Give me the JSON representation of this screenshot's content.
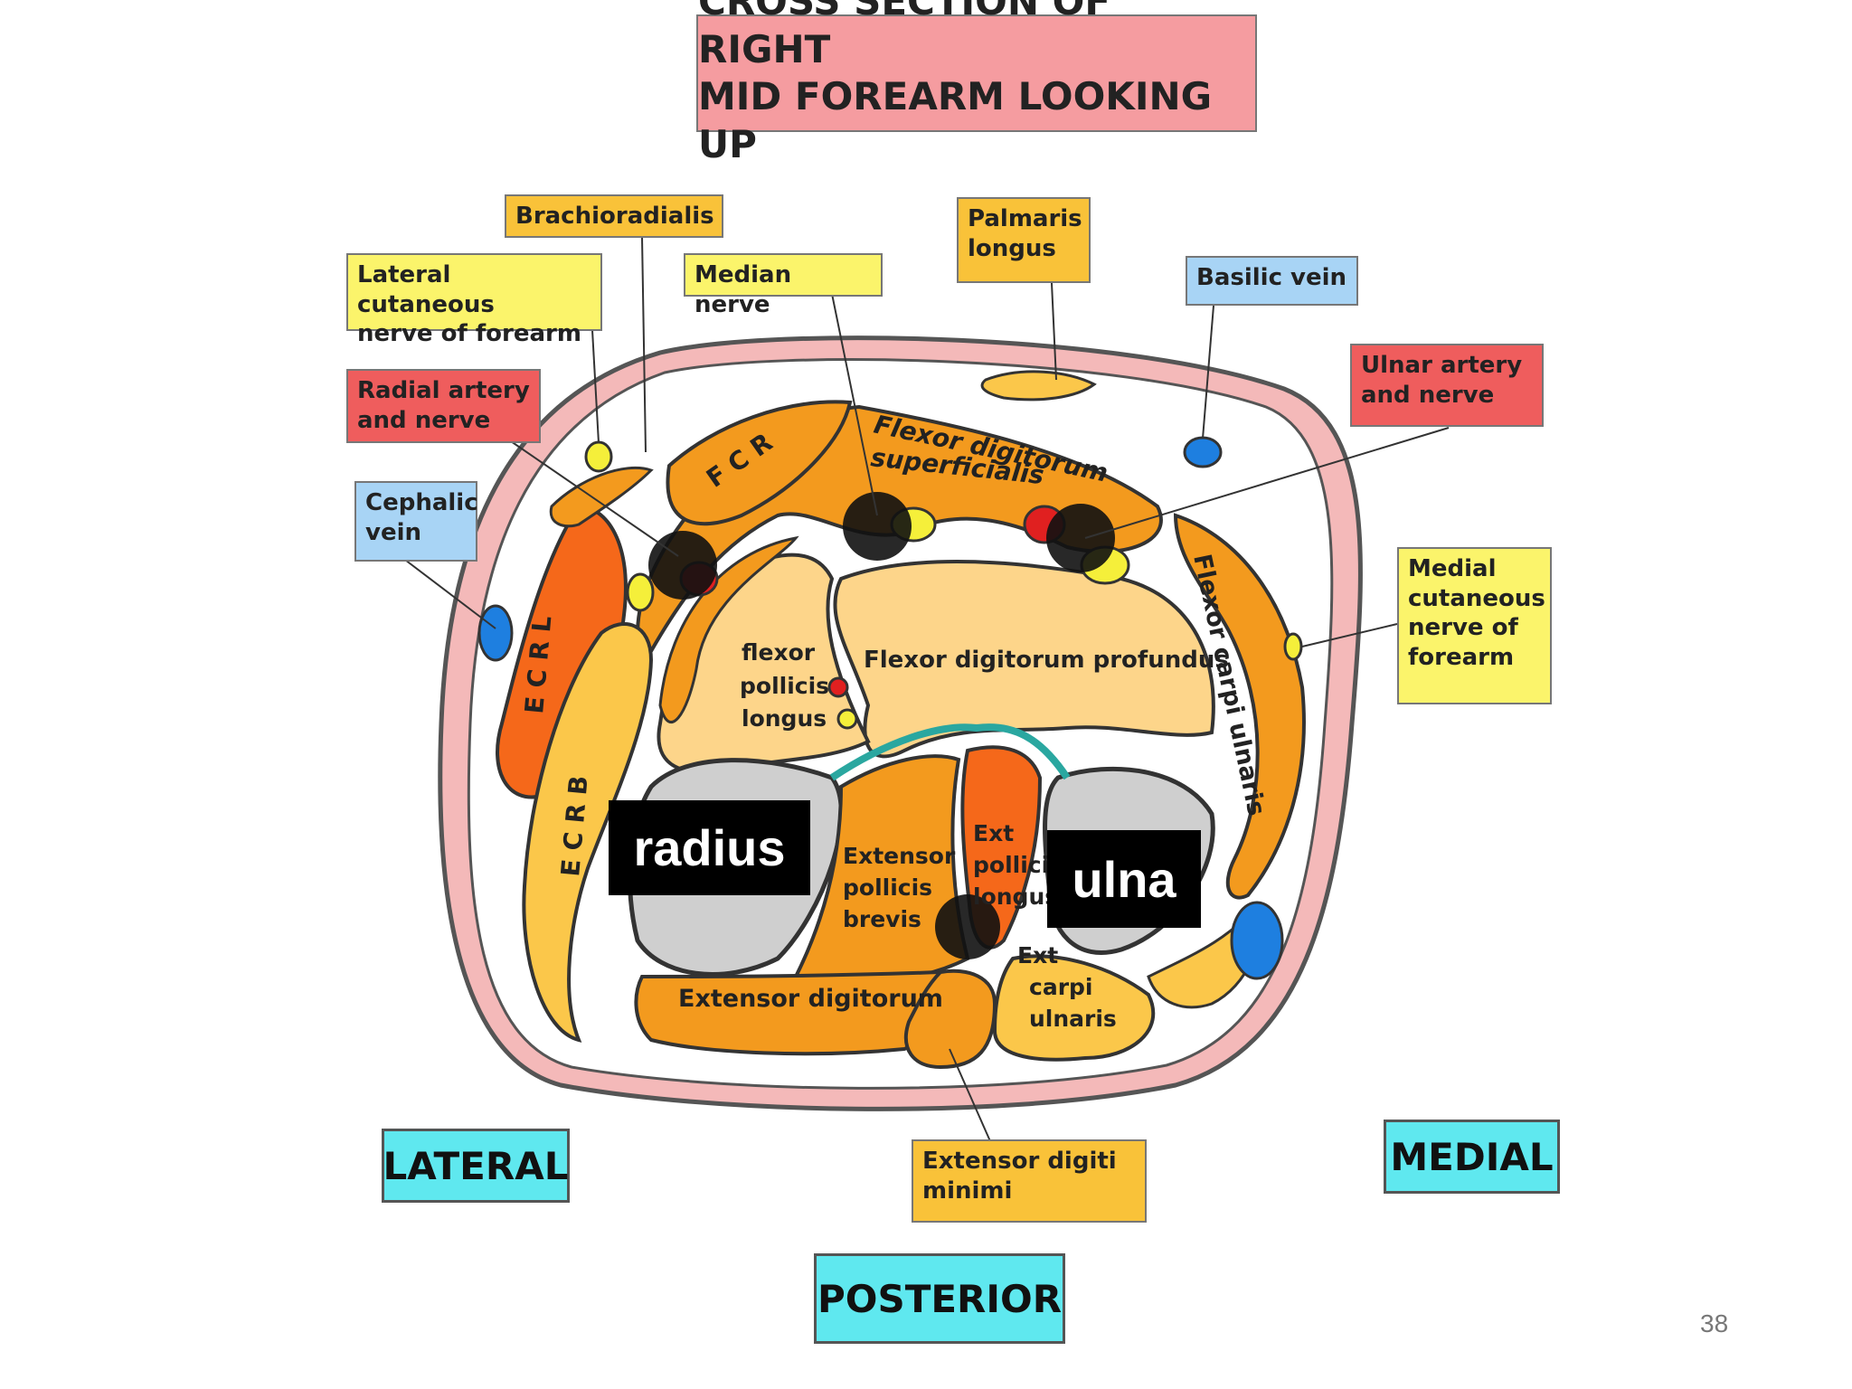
{
  "title": {
    "line1": "CROSS SECTION OF RIGHT",
    "line2": "MID FOREARM LOOKING UP"
  },
  "callouts": {
    "brachioradialis": "Brachioradialis",
    "lateral_cutaneous": "Lateral cutaneous\nnerve of forearm",
    "median_nerve": "Median nerve",
    "palmaris_longus": "Palmaris\nlongus",
    "basilic_vein": "Basilic vein",
    "radial_artery": "Radial artery\nand nerve",
    "ulnar_artery": "Ulnar artery\nand nerve",
    "cephalic_vein": "Cephalic\nvein",
    "medial_cutaneous": "Medial\ncutaneous\nnerve of\nforearm",
    "extensor_digiti_minimi": "Extensor digiti\nminimi"
  },
  "muscles": {
    "fcr": "F C R",
    "fds_line1": "Flexor digitorum",
    "fds_line2": "superficialis",
    "fdp": "Flexor digitorum profundus",
    "fpl_line1": "flexor",
    "fpl_line2": "pollicis",
    "fpl_line3": "longus",
    "fcu": "Flexor carpi ulnaris",
    "ecrl": "E C R L",
    "ecrb": "E C R B",
    "epb_line1": "Extensor",
    "epb_line2": "pollicis",
    "epb_line3": "brevis",
    "epl_line1": "Ext",
    "epl_line2": "pollicis",
    "epl_line3": "longus",
    "ecu_line1": "Ext",
    "ecu_line2": "carpi",
    "ecu_line3": "ulnaris",
    "ed": "Extensor digitorum"
  },
  "bones": {
    "radius": "radius",
    "ulna": "ulna"
  },
  "orientation": {
    "lateral": "LATERAL",
    "medial": "MEDIAL",
    "posterior": "POSTERIOR"
  },
  "slide_number": "38",
  "colors": {
    "skin": "#f4b9b9",
    "muscle_dark": "#f39a1e",
    "muscle_light": "#fbc74a",
    "deep_muscle": "#fdd58a",
    "red_muscle": "#f5681a",
    "vein": "#1e7fe0",
    "artery": "#e02020",
    "nerve": "#f5ef3a",
    "membrane": "#2aa7a0",
    "bone": "#cfcfcf",
    "black_marker": "#111111"
  }
}
